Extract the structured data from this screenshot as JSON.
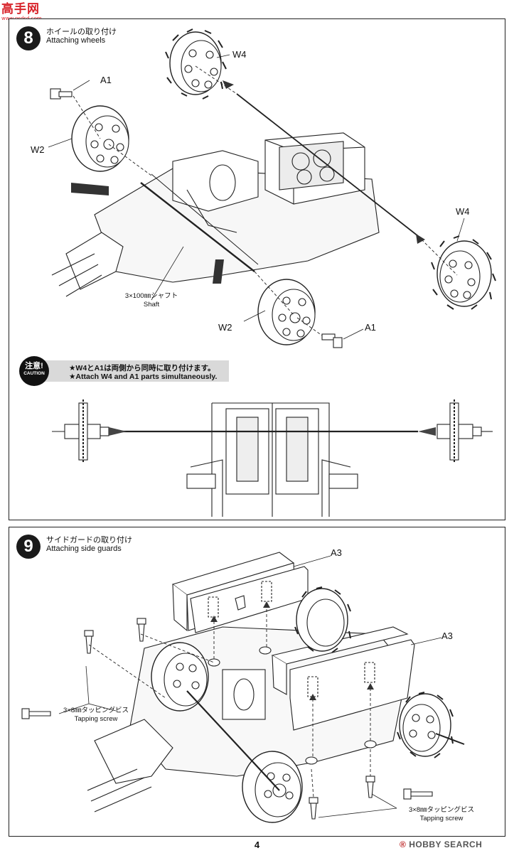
{
  "watermark_top": {
    "chinese": "高手网",
    "url": "www.gsdsd.com"
  },
  "step8": {
    "number": "8",
    "title_jp": "ホイールの取り付け",
    "title_en": "Attaching wheels",
    "labels": {
      "w4_top": "W4",
      "a1_top": "A1",
      "w2_left": "W2",
      "w4_right": "W4",
      "w2_bottom": "W2",
      "a1_bottom": "A1",
      "shaft_jp": "3×100㎜シャフト",
      "shaft_en": "Shaft"
    },
    "caution": {
      "badge_jp": "注意!",
      "badge_en": "CAUTION",
      "line1": "★W4とA1は両側から同時に取り付けます。",
      "line2": "★Attach W4 and A1 parts simultaneously."
    }
  },
  "step9": {
    "number": "9",
    "title_jp": "サイドガードの取り付け",
    "title_en": "Attaching side guards",
    "labels": {
      "a3_top": "A3",
      "a3_right": "A3",
      "screw_left_jp": "3×8㎜タッピングビス",
      "screw_left_en": "Tapping screw",
      "screw_right_jp": "3×8㎜タッピングビス",
      "screw_right_en": "Tapping screw"
    }
  },
  "page_number": "4",
  "watermark_bottom": {
    "symbol": "®",
    "text": "HOBBY SEARCH"
  }
}
